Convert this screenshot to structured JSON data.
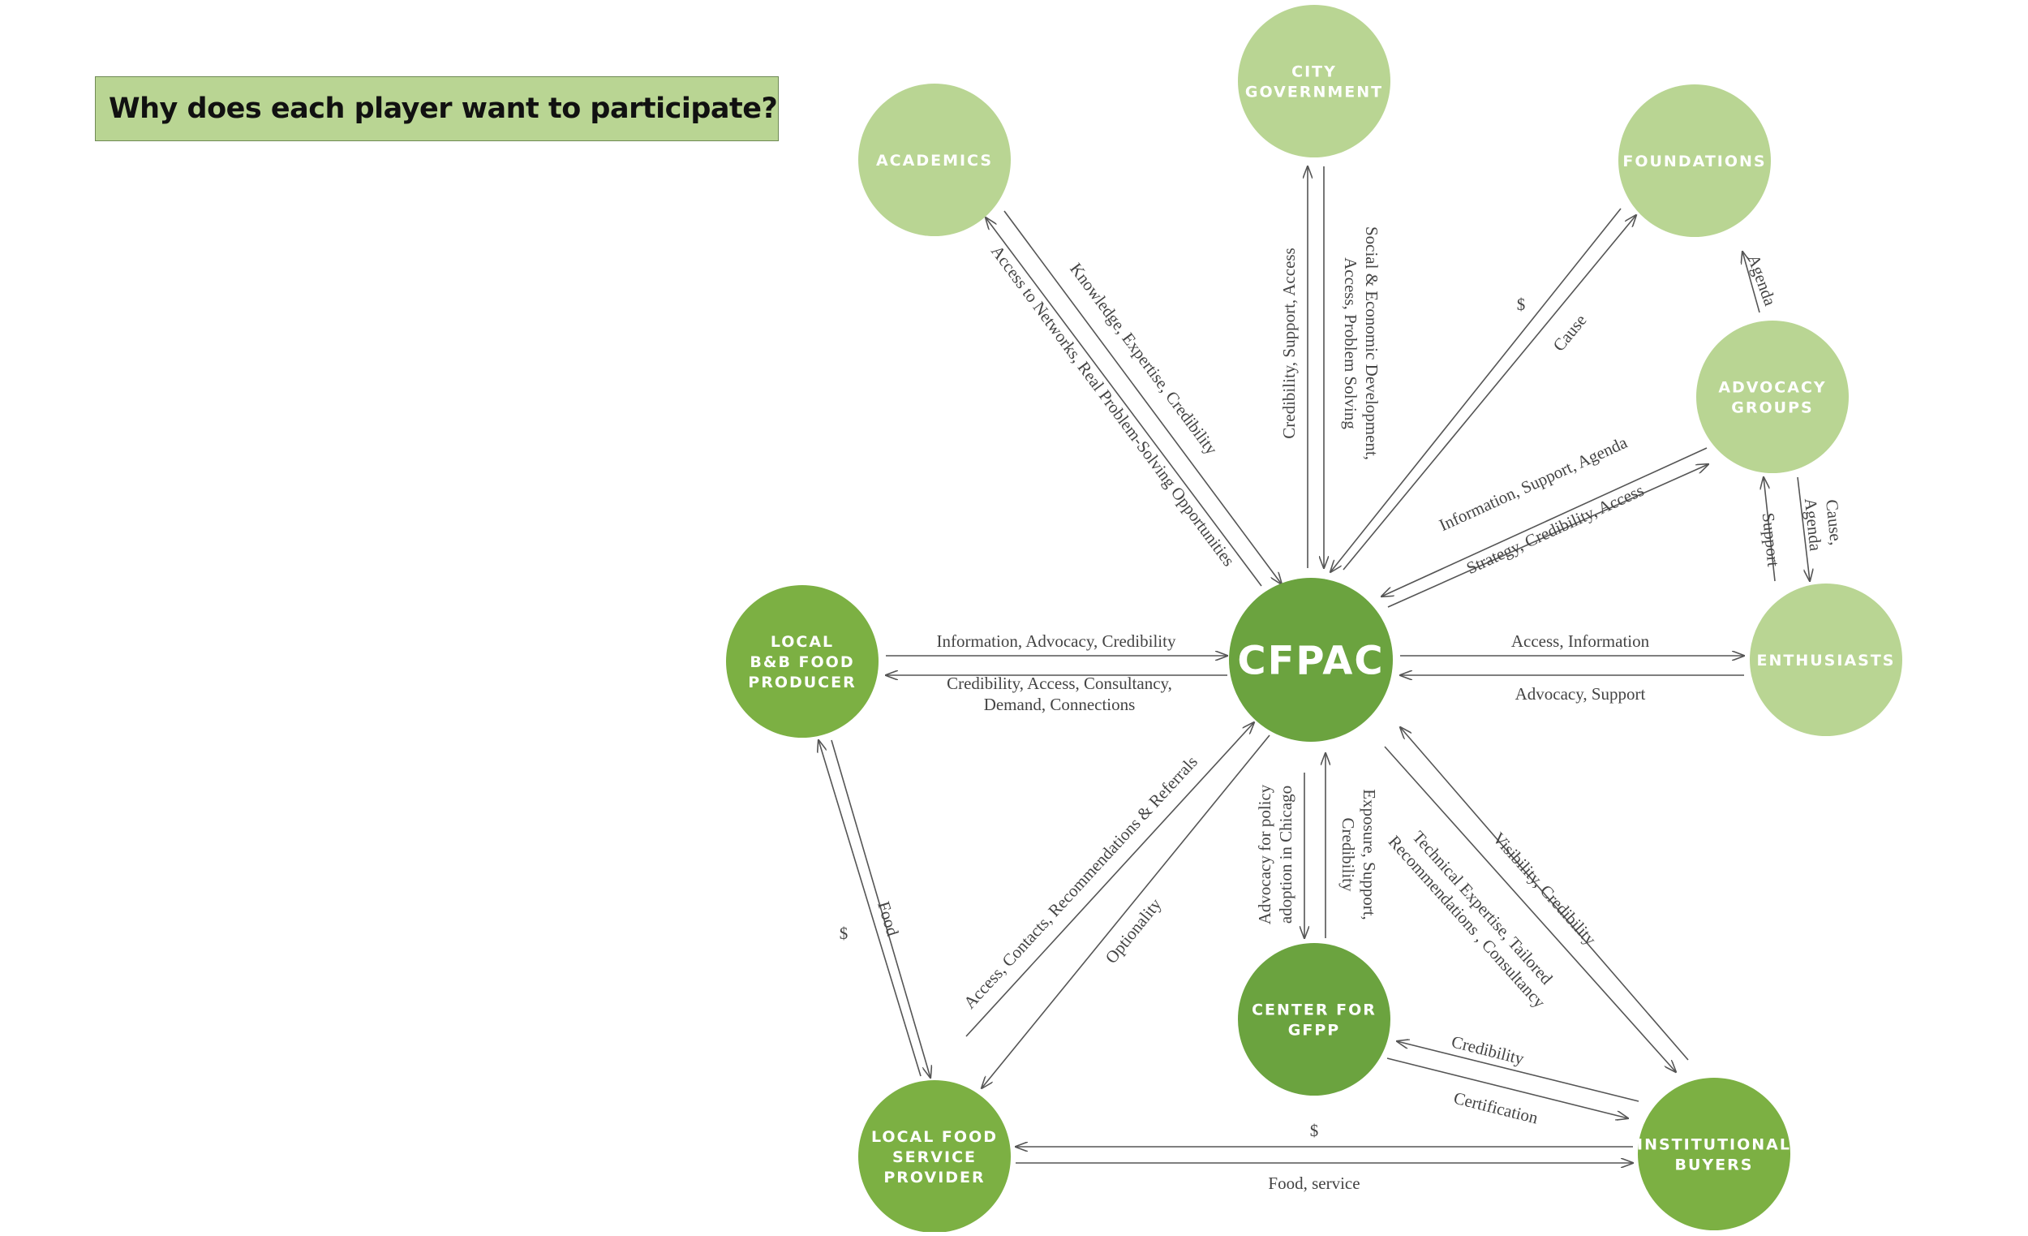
{
  "title": "Why does each player want to participate?",
  "colors": {
    "light": "#b9d593",
    "medium": "#7cb043",
    "dark": "#6ba33f",
    "arrow": "#555555",
    "label": "#444444"
  },
  "nodes": {
    "cfpac": {
      "lines": [
        "CFPAC"
      ]
    },
    "academics": {
      "lines": [
        "ACADEMICS"
      ]
    },
    "city": {
      "lines": [
        "CITY",
        "GOVERNMENT"
      ]
    },
    "foundations": {
      "lines": [
        "FOUNDATIONS"
      ]
    },
    "advocacy": {
      "lines": [
        "ADVOCACY",
        "GROUPS"
      ]
    },
    "enthusiasts": {
      "lines": [
        "ENTHUSIASTS"
      ]
    },
    "local_bb": {
      "lines": [
        "LOCAL",
        "B&B FOOD",
        "PRODUCER"
      ]
    },
    "local_food": {
      "lines": [
        "LOCAL FOOD",
        "SERVICE",
        "PROVIDER"
      ]
    },
    "gfpp": {
      "lines": [
        "CENTER FOR",
        "GFPP"
      ]
    },
    "institutional": {
      "lines": [
        "INSTITUTIONAL",
        "BUYERS"
      ]
    }
  },
  "edges": {
    "academics_knowledge": [
      "Knowledge, Expertise, Credibility"
    ],
    "academics_access": [
      "Access to Networks, Real Problem-Solving Opportunities"
    ],
    "city_credibility": [
      "Credibility, Support, Access"
    ],
    "city_social": [
      "Social & Economic Development,",
      "Access, Problem Solving"
    ],
    "foundations_money": [
      "$"
    ],
    "foundations_cause": [
      "Cause"
    ],
    "advocacy_agenda": [
      "Agenda"
    ],
    "advocacy_info": [
      "Information, Support, Agenda"
    ],
    "advocacy_strategy": [
      "Strategy, Credibility, Access"
    ],
    "enthusiasts_support": [
      "Support"
    ],
    "enthusiasts_cause": [
      "Cause,",
      "Agenda"
    ],
    "enthusiasts_access": [
      "Access, Information"
    ],
    "enthusiasts_advocacy": [
      "Advocacy, Support"
    ],
    "localbb_info": [
      "Information, Advocacy, Credibility"
    ],
    "localbb_cred": [
      "Credibility, Access, Consultancy,",
      "Demand, Connections"
    ],
    "localbb_money": [
      "$"
    ],
    "localbb_food": [
      "Food"
    ],
    "localfood_access": [
      "Access, Contacts, Recommendations & Referrals"
    ],
    "localfood_optionality": [
      "Optionality"
    ],
    "gfpp_advocacy": [
      "Advocacy for policy",
      "adoption in Chicago"
    ],
    "gfpp_exposure": [
      "Exposure, Support,",
      "Credibility"
    ],
    "inst_visibility": [
      "Visibility, Credibility"
    ],
    "inst_technical": [
      "Technical Expertise, Tailored",
      "Recommendations , Consultancy"
    ],
    "gfpp_credibility": [
      "Credibility"
    ],
    "gfpp_certification": [
      "Certification"
    ],
    "inst_money": [
      "$"
    ],
    "inst_food": [
      "Food, service"
    ]
  }
}
